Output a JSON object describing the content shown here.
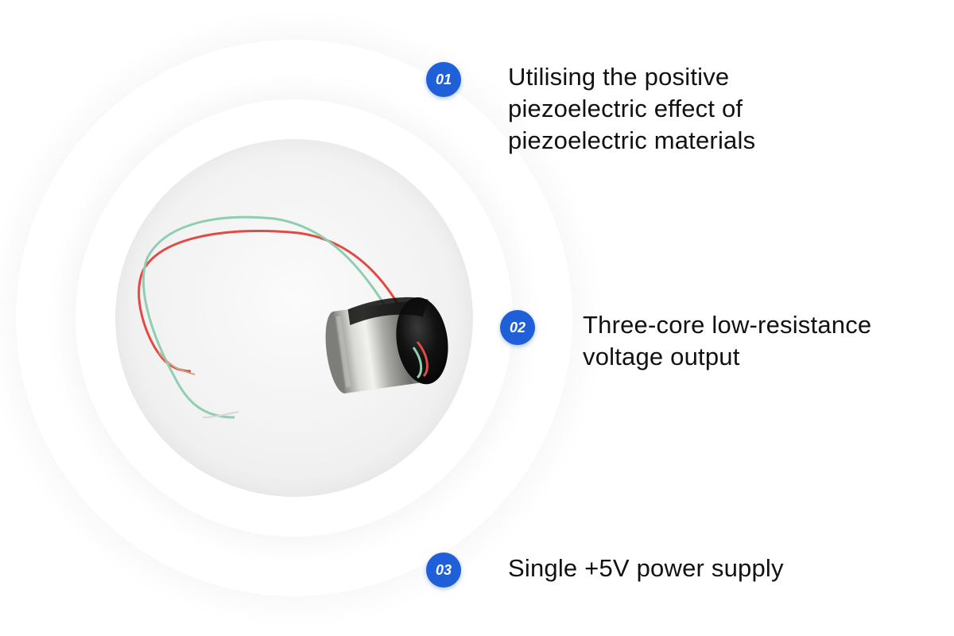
{
  "features": [
    {
      "number": "01",
      "text": "Utilising the positive\npiezoelectric effect of\npiezoelectric materials"
    },
    {
      "number": "02",
      "text": "Three-core low-resistance\nvoltage output"
    },
    {
      "number": "03",
      "text": "Single +5V power supply"
    }
  ],
  "colors": {
    "badge": "#1f5fd8",
    "wire_red": "#e04b45",
    "wire_green": "#8fcfb0"
  }
}
